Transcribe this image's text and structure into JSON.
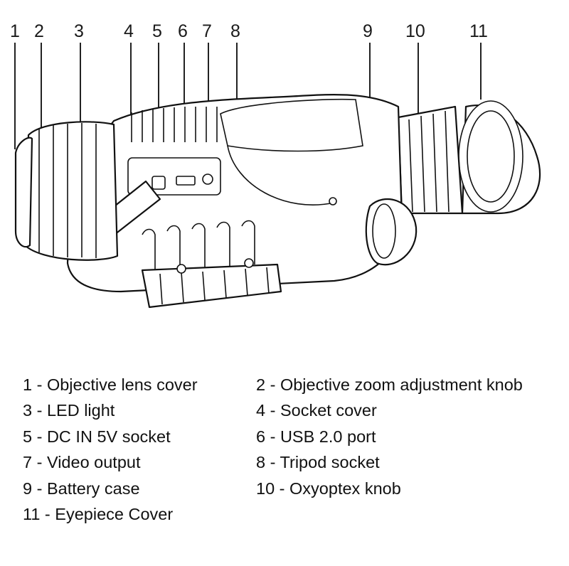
{
  "callouts": [
    {
      "number": "1"
    },
    {
      "number": "2"
    },
    {
      "number": "3"
    },
    {
      "number": "4"
    },
    {
      "number": "5"
    },
    {
      "number": "6"
    },
    {
      "number": "7"
    },
    {
      "number": "8"
    },
    {
      "number": "9"
    },
    {
      "number": "10"
    },
    {
      "number": "11"
    }
  ],
  "legend": [
    {
      "text": "1 - Objective lens cover"
    },
    {
      "text": "2 - Objective zoom adjustment knob"
    },
    {
      "text": "3 - LED light"
    },
    {
      "text": "4 - Socket cover"
    },
    {
      "text": "5 - DC IN 5V socket"
    },
    {
      "text": "6 - USB 2.0 port"
    },
    {
      "text": "7 - Video output"
    },
    {
      "text": "8 - Tripod socket"
    },
    {
      "text": "9 - Battery case"
    },
    {
      "text": "10 - Oxyoptex knob"
    },
    {
      "text": "11 - Eyepiece Cover"
    }
  ]
}
